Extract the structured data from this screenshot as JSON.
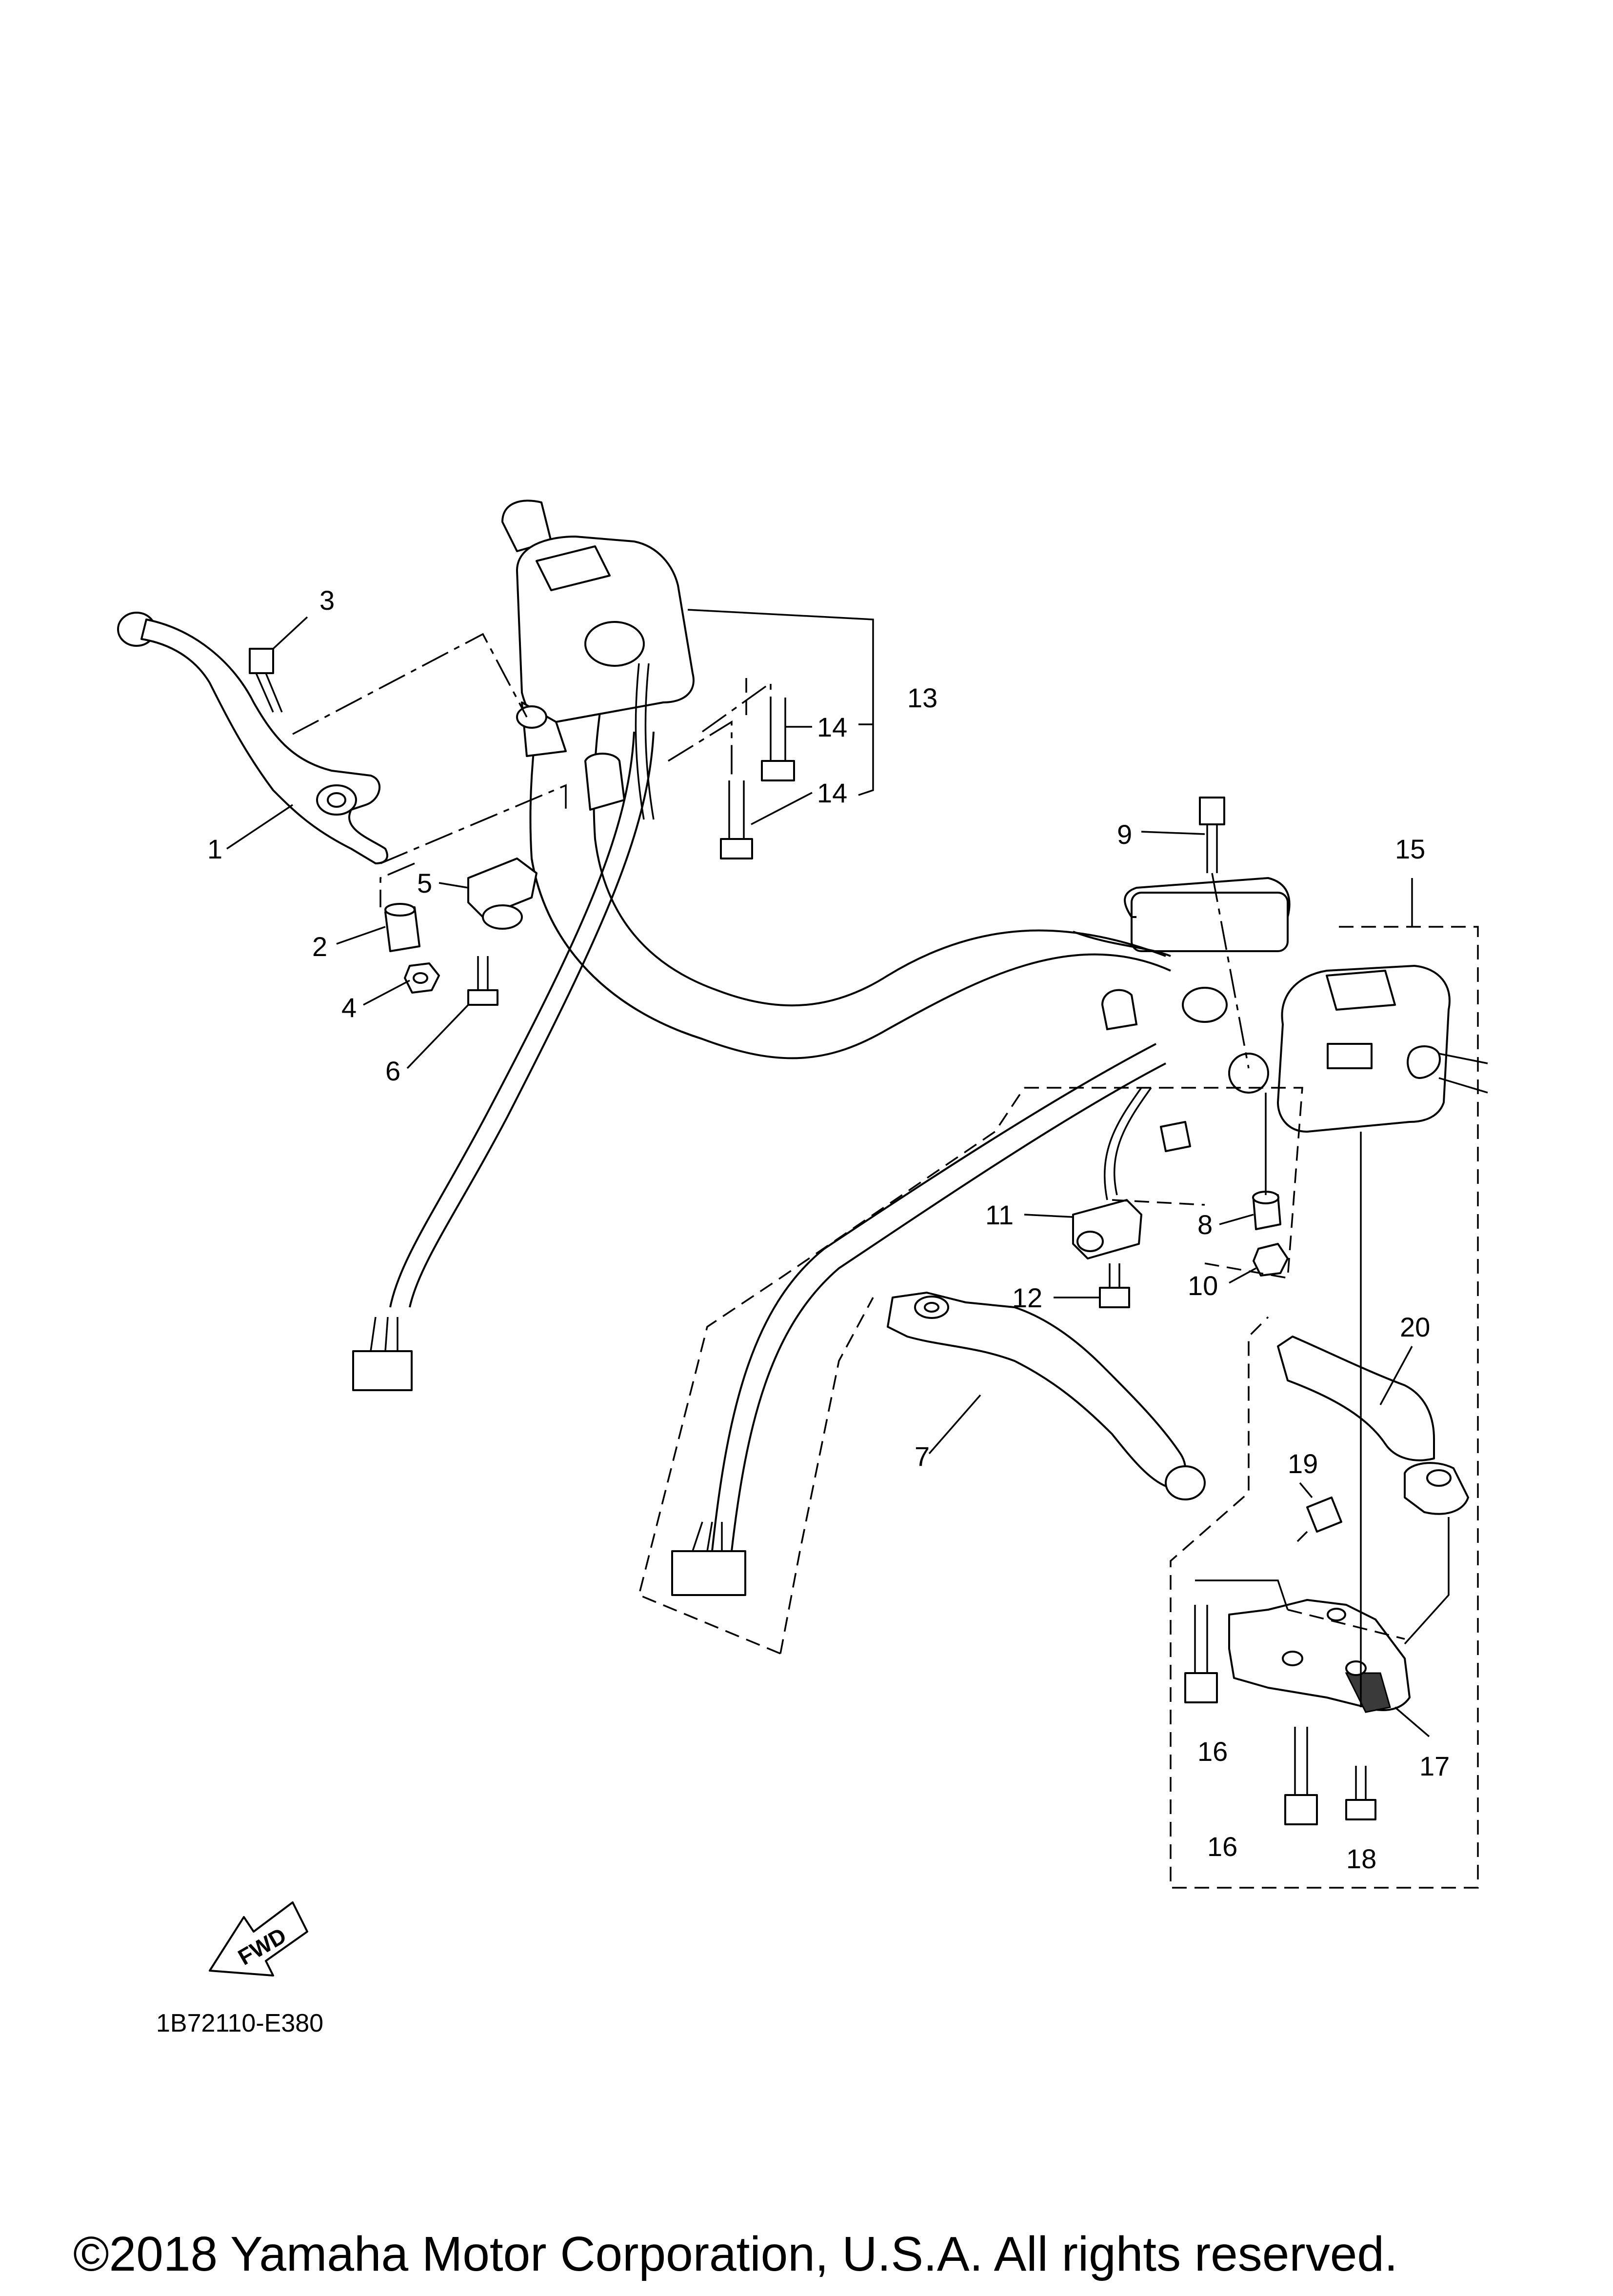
{
  "diagram": {
    "code": "1B72110-E380",
    "fwd_label": "FWD",
    "copyright": "©2018 Yamaha Motor Corporation, U.S.A. All rights reserved.",
    "callouts": [
      "1",
      "2",
      "3",
      "4",
      "5",
      "6",
      "7",
      "8",
      "9",
      "10",
      "11",
      "12",
      "13",
      "14",
      "14",
      "15",
      "16",
      "16",
      "17",
      "18",
      "19",
      "20"
    ]
  }
}
